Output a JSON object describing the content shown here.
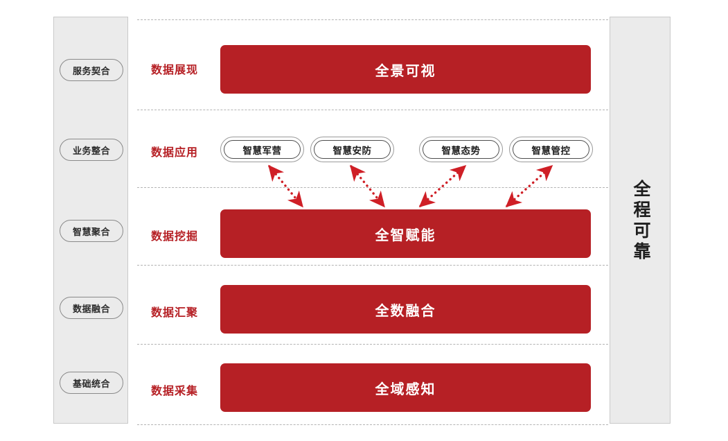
{
  "diagram": {
    "title_left_panel": "maturity-stages",
    "title_right_panel": "reliability-banner",
    "accent_red": "#B62025",
    "panel_gray": "#EBEBEB",
    "divider_gray": "#B3B3B3"
  },
  "left_panel": {
    "items": [
      {
        "label": "服务契合"
      },
      {
        "label": "业务整合"
      },
      {
        "label": "智慧聚合"
      },
      {
        "label": "数据融合"
      },
      {
        "label": "基础统合"
      }
    ]
  },
  "right_panel": {
    "label": "全程可靠"
  },
  "rows": [
    {
      "label": "数据展现",
      "bar": "全景可视",
      "type": "bar"
    },
    {
      "label": "数据应用",
      "bar": "",
      "type": "pills"
    },
    {
      "label": "数据挖掘",
      "bar": "全智赋能",
      "type": "bar"
    },
    {
      "label": "数据汇聚",
      "bar": "全数融合",
      "type": "bar"
    },
    {
      "label": "数据采集",
      "bar": "全域感知",
      "type": "bar"
    }
  ],
  "applications": [
    {
      "label": "智慧军营"
    },
    {
      "label": "智慧安防"
    },
    {
      "label": "智慧态势"
    },
    {
      "label": "智慧管控"
    }
  ],
  "arrows": [
    {
      "name": "arrow-junying",
      "direction": "down-right"
    },
    {
      "name": "arrow-anfang",
      "direction": "down-right"
    },
    {
      "name": "arrow-taishi",
      "direction": "up-right"
    },
    {
      "name": "arrow-guankong",
      "direction": "up-right"
    }
  ]
}
